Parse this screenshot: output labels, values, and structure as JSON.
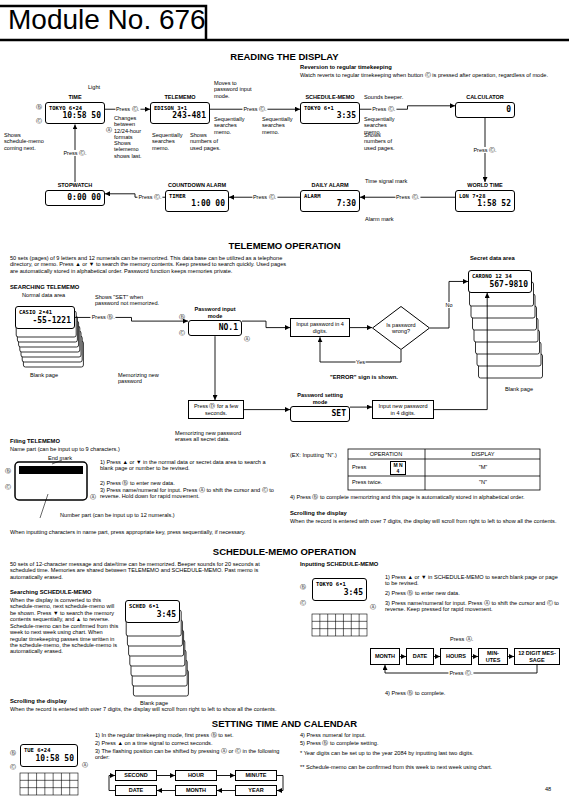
{
  "diagram": {
    "title": "Module No. 676",
    "nodes": [
      {
        "text": [
          "TIME",
          "TOKYO 6•24",
          "10:58 50"
        ]
      },
      {
        "text": [
          "TELEMEMO",
          "EDISON 3•1",
          "243-481"
        ]
      },
      {
        "text": [
          "SCHEDULE-MEMO",
          "TOKYO 6•1",
          "3:35"
        ]
      },
      {
        "text": [
          "CALCULATOR",
          "0"
        ]
      },
      {
        "text": [
          "STOPWATCH",
          "0:00 00"
        ]
      },
      {
        "text": [
          "COUNTDOWN ALARM",
          "TIMER",
          "1:00 00"
        ]
      },
      {
        "text": [
          "DAILY ALARM",
          "ALARM",
          "7:30"
        ]
      },
      {
        "text": [
          "WORLD TIME",
          "LON 7•28",
          "1:58 52"
        ]
      },
      {
        "text": [
          "CASIO 2•41",
          "-55-1221"
        ]
      },
      {
        "text": [
          "Password input mode",
          "NO.1"
        ]
      },
      {
        "text": [
          "Input password in 4 digits."
        ]
      },
      {
        "text": [
          "Is password wrong?"
        ]
      },
      {
        "text": [
          "CARDNO 12 34",
          "567-9810"
        ]
      },
      {
        "text": [
          "Press Ⓓ for a few seconds."
        ]
      },
      {
        "text": [
          "Password setting mode",
          "SET"
        ]
      },
      {
        "text": [
          "Input new password in 4 digits."
        ]
      },
      {
        "text": [
          "SCHED 6•1",
          "3:45"
        ]
      },
      {
        "text": [
          "TOKYO 6•1",
          "3:45"
        ]
      },
      {
        "text": [
          "MONTH"
        ]
      },
      {
        "text": [
          "DATE"
        ]
      },
      {
        "text": [
          "HOURS"
        ]
      },
      {
        "text": [
          "MIN- UTES"
        ]
      },
      {
        "text": [
          "12 DIGIT MES- SAGE"
        ]
      },
      {
        "text": [
          "TUE 6•24",
          "10:58 50"
        ]
      },
      {
        "text": [
          "SECOND"
        ]
      },
      {
        "text": [
          "HOUR"
        ]
      },
      {
        "text": [
          "MINUTE"
        ]
      },
      {
        "text": [
          "DATE"
        ]
      },
      {
        "text": [
          "MONTH"
        ]
      },
      {
        "text": [
          "YEAR"
        ]
      }
    ],
    "edges": [
      {
        "from": 0,
        "to": 1,
        "arrow": "to",
        "label": "Press Ⓒ."
      },
      {
        "from": 1,
        "to": 2,
        "arrow": "to",
        "label": "Press Ⓒ."
      },
      {
        "from": 2,
        "to": 3,
        "arrow": "to",
        "label": "Press Ⓒ."
      },
      {
        "from": 3,
        "to": 7,
        "arrow": "to",
        "label": "Press Ⓒ."
      },
      {
        "from": 7,
        "to": 6,
        "arrow": "to",
        "label": "Press Ⓒ."
      },
      {
        "from": 6,
        "to": 5,
        "arrow": "to",
        "label": "Press Ⓒ."
      },
      {
        "from": 5,
        "to": 4,
        "arrow": "to",
        "label": "Press Ⓒ."
      },
      {
        "from": 4,
        "to": 0,
        "arrow": "to",
        "label": "Press Ⓒ."
      },
      {
        "from": 8,
        "to": 9,
        "arrow": "to",
        "label": "Press Ⓑ."
      },
      {
        "from": 9,
        "to": 10,
        "arrow": "to"
      },
      {
        "from": 10,
        "to": 11,
        "arrow": "to"
      },
      {
        "from": 11,
        "to": 12,
        "arrow": "to",
        "label": "No"
      },
      {
        "from": 11,
        "to": 10,
        "arrow": "to",
        "label": "Yes"
      },
      {
        "from": 9,
        "to": 13,
        "arrow": "to"
      },
      {
        "from": 13,
        "to": 14,
        "arrow": "to"
      },
      {
        "from": 14,
        "to": 15,
        "arrow": "to"
      },
      {
        "from": 15,
        "to": 12,
        "arrow": "to"
      },
      {
        "from": 18,
        "to": 19,
        "arrow": "to"
      },
      {
        "from": 19,
        "to": 20,
        "arrow": "to"
      },
      {
        "from": 20,
        "to": 21,
        "arrow": "to"
      },
      {
        "from": 21,
        "to": 22,
        "arrow": "to"
      },
      {
        "from": 22,
        "to": 18,
        "arrow": "to",
        "label": "Press Ⓒ."
      },
      {
        "from": 24,
        "to": 25,
        "arrow": "to"
      },
      {
        "from": 25,
        "to": 26,
        "arrow": "to"
      },
      {
        "from": 26,
        "to": 29,
        "arrow": "to"
      },
      {
        "from": 29,
        "to": 28,
        "arrow": "to"
      },
      {
        "from": 28,
        "to": 27,
        "arrow": "to"
      },
      {
        "from": 27,
        "to": 24,
        "arrow": "to"
      }
    ],
    "labels": [
      "READING THE DISPLAY",
      "Light",
      "Changes between 12/24-hour formats",
      "Ⓑ",
      "Ⓒ",
      "Ⓐ",
      "Shows schedule-memo coming next.",
      "Shows telememo shows last.",
      "Sequentially searches memo.",
      "Shows numbers of used pages.",
      "Moves to password input mode.",
      "Sequentially searches memo.",
      "Reversion to regular timekeeping",
      "Watch reverts to regular timekeeping when button Ⓒ is pressed after operation, regardless of mode.",
      "Sounds beeper.",
      "Sequentially searches memo.",
      "Sequentially searches memo.",
      "Shows numbers of used pages.",
      "Time signal mark",
      "Alarm mark",
      "TELEMEMO OPERATION",
      "50 sets (pages) of 9 letters and 12 numerals can be memorized. This data base can be utilized as a telephone directory, or memo. Press ▲ or ▼ to search the memory contents. Keep pressed to search quickly. Used pages are automatically stored in alphabetical order. Password function keeps memories private.",
      "Secret data area",
      "SEARCHING TELEMEMO",
      "Normal data area",
      "Shows \"SET\" when password not memorized.",
      "Memorizing new password",
      "\"ERROR\" sign is shown.",
      "Memorizing new password erases all secret data.",
      "Blank page",
      "Blank page",
      "Filing TELEMEMO",
      "Name part (can be input up to 9 characters.)",
      "End mark",
      "1) Press ▲ or ▼ in the normal data or secret data area to search a blank page or number to be revised.",
      "2) Press Ⓑ to enter new data.",
      "3) Press name/numeral for input. Press Ⓐ to shift the cursor and Ⓒ to reverse. Hold down for rapid movement.",
      "Number part (can be input up to 12 numerals.)",
      "When inputting characters in name part, press appropriate key, press sequentially, if necessary.",
      "(EX: Inputting \"N\".)",
      "OPERATION",
      "DISPLAY",
      "Press",
      "M N 4",
      "\"M\"",
      "Press twice.",
      "\"N\"",
      "4) Press Ⓑ to complete memorizing and this page is automatically stored in alphabetical order.",
      "Scrolling the display",
      "When the record is entered with over 7 digits, the display will scroll from right to left to show all the contents.",
      "SCHEDULE-MEMO OPERATION",
      "50 sets of 12-character message and date/time can be memorized. Beeper sounds for 20 seconds at scheduled time. Memories are shared between TELEMEMO and SCHEDULE-MEMO. Past memo is automatically erased.",
      "Searching SCHEDULE-MEMO",
      "When the display is converted to this schedule-memo, next schedule-memo will be shown. Press ▼ to search the memory contents sequentially, and ▲ to reverse. Schedule-memo can be confirmed from this week to next week using chart. When regular timekeeping passes time written in the schedule-memo, the schedule-memo is automatically erased.",
      "Blank page",
      "Scrolling the display",
      "When the record is entered with over 7 digits, the display will scroll from right to left to show all the contents.",
      "Inputting SCHEDULE-MEMO",
      "1) Press ▲ or ▼ in SCHEDULE-MEMO to search blank page or page to be revised.",
      "2) Press Ⓑ to enter new data.",
      "3) Press name/numeral for input. Press Ⓐ to shift the cursor and Ⓒ to reverse. Keep pressed for rapid movement.",
      "Press Ⓐ.",
      "4) Press Ⓑ to complete.",
      "Ⓑ",
      "Ⓒ",
      "Ⓐ",
      "SETTING TIME AND CALENDAR",
      "1) In the regular timekeeping mode, first press Ⓑ to set.",
      "2) Press ▲ on a time signal to correct seconds.",
      "3) The flashing position can be shifted by pressing Ⓐ or Ⓒ in the following order:",
      "4) Press numeral for input.",
      "5) Press Ⓑ to complete setting.",
      "* Year digits can be set up to the year 2084 by inputting last two digits.",
      "** Schedule-memo can be confirmed from this week to next week using chart.",
      "48",
      "Ⓑ",
      "Ⓒ",
      "Ⓐ",
      "Ⓑ",
      "Ⓒ",
      "Ⓐ",
      "Ⓑ",
      "Ⓒ",
      "Ⓐ"
    ]
  }
}
